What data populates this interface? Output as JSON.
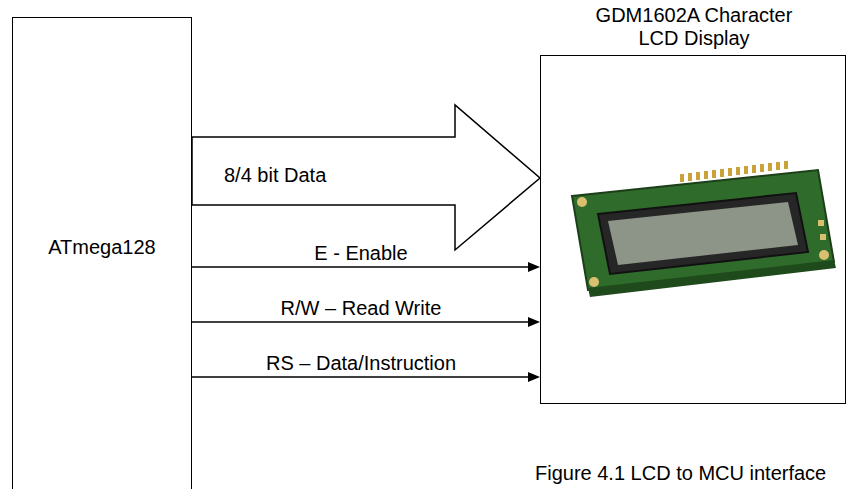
{
  "diagram": {
    "caption": "Figure 4.1 LCD to MCU interface",
    "nodes": [
      {
        "text": [
          "ATmega128"
        ]
      },
      {
        "text": [
          "GDM1602A Character LCD Display"
        ]
      }
    ],
    "edges": [
      {
        "from": 0,
        "to": 1,
        "arrow": "to",
        "label": "8/4 bit Data"
      },
      {
        "from": 0,
        "to": 1,
        "arrow": "to",
        "label": "E - Enable"
      },
      {
        "from": 0,
        "to": 1,
        "arrow": "to",
        "label": "R/W – Read Write"
      },
      {
        "from": 0,
        "to": 1,
        "arrow": "to",
        "label": "RS – Data/Instruction"
      }
    ]
  }
}
